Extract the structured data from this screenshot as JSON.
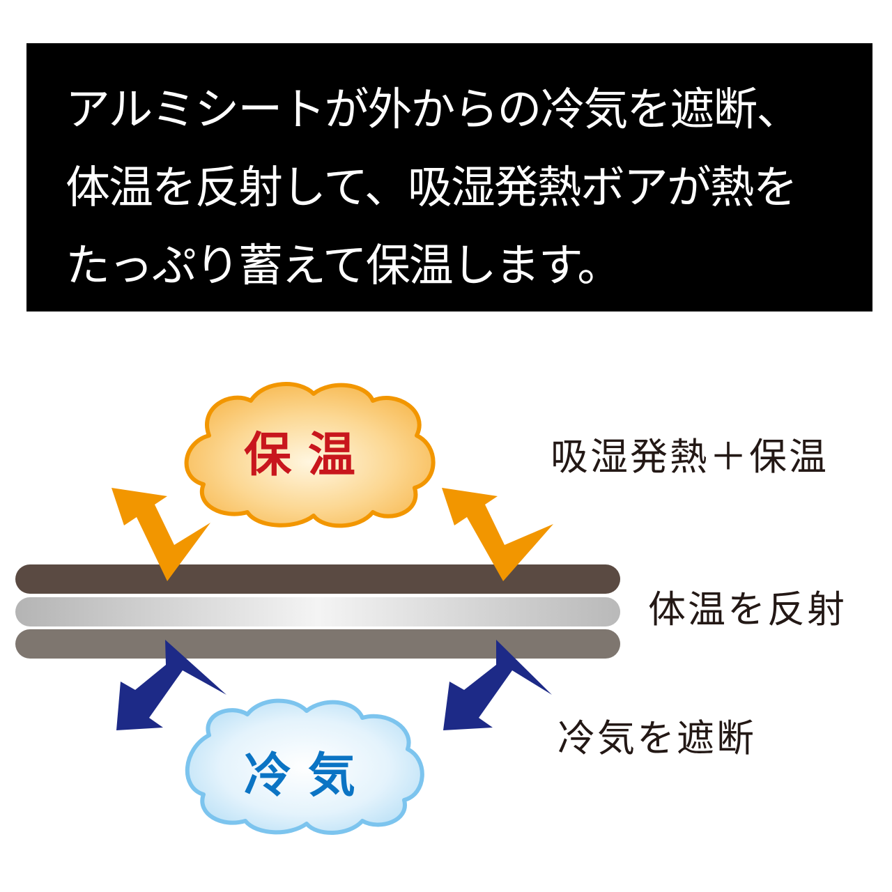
{
  "header": {
    "lines": [
      "アルミシートが外からの冷気を遮断、",
      "体温を反射して、吸湿発熱ボアが熱を",
      "たっぷり蓄えて保温します。"
    ]
  },
  "clouds": {
    "warm": {
      "label": "保 温",
      "text_color": "#c8161d",
      "outline_color": "#f29600"
    },
    "cold": {
      "label": "冷 気",
      "text_color": "#0b74c4",
      "outline_color": "#7cc4ee"
    }
  },
  "labels": {
    "top": "吸湿発熱＋保温",
    "middle": "体温を反射",
    "bottom": "冷気を遮断"
  },
  "colors": {
    "warm_arrow": "#f29600",
    "cold_arrow": "#1d2a87",
    "layer_top": "#5a4a42",
    "layer_middle": "#c9c9c9",
    "layer_bottom": "#7e766f",
    "header_bg": "#000000"
  }
}
